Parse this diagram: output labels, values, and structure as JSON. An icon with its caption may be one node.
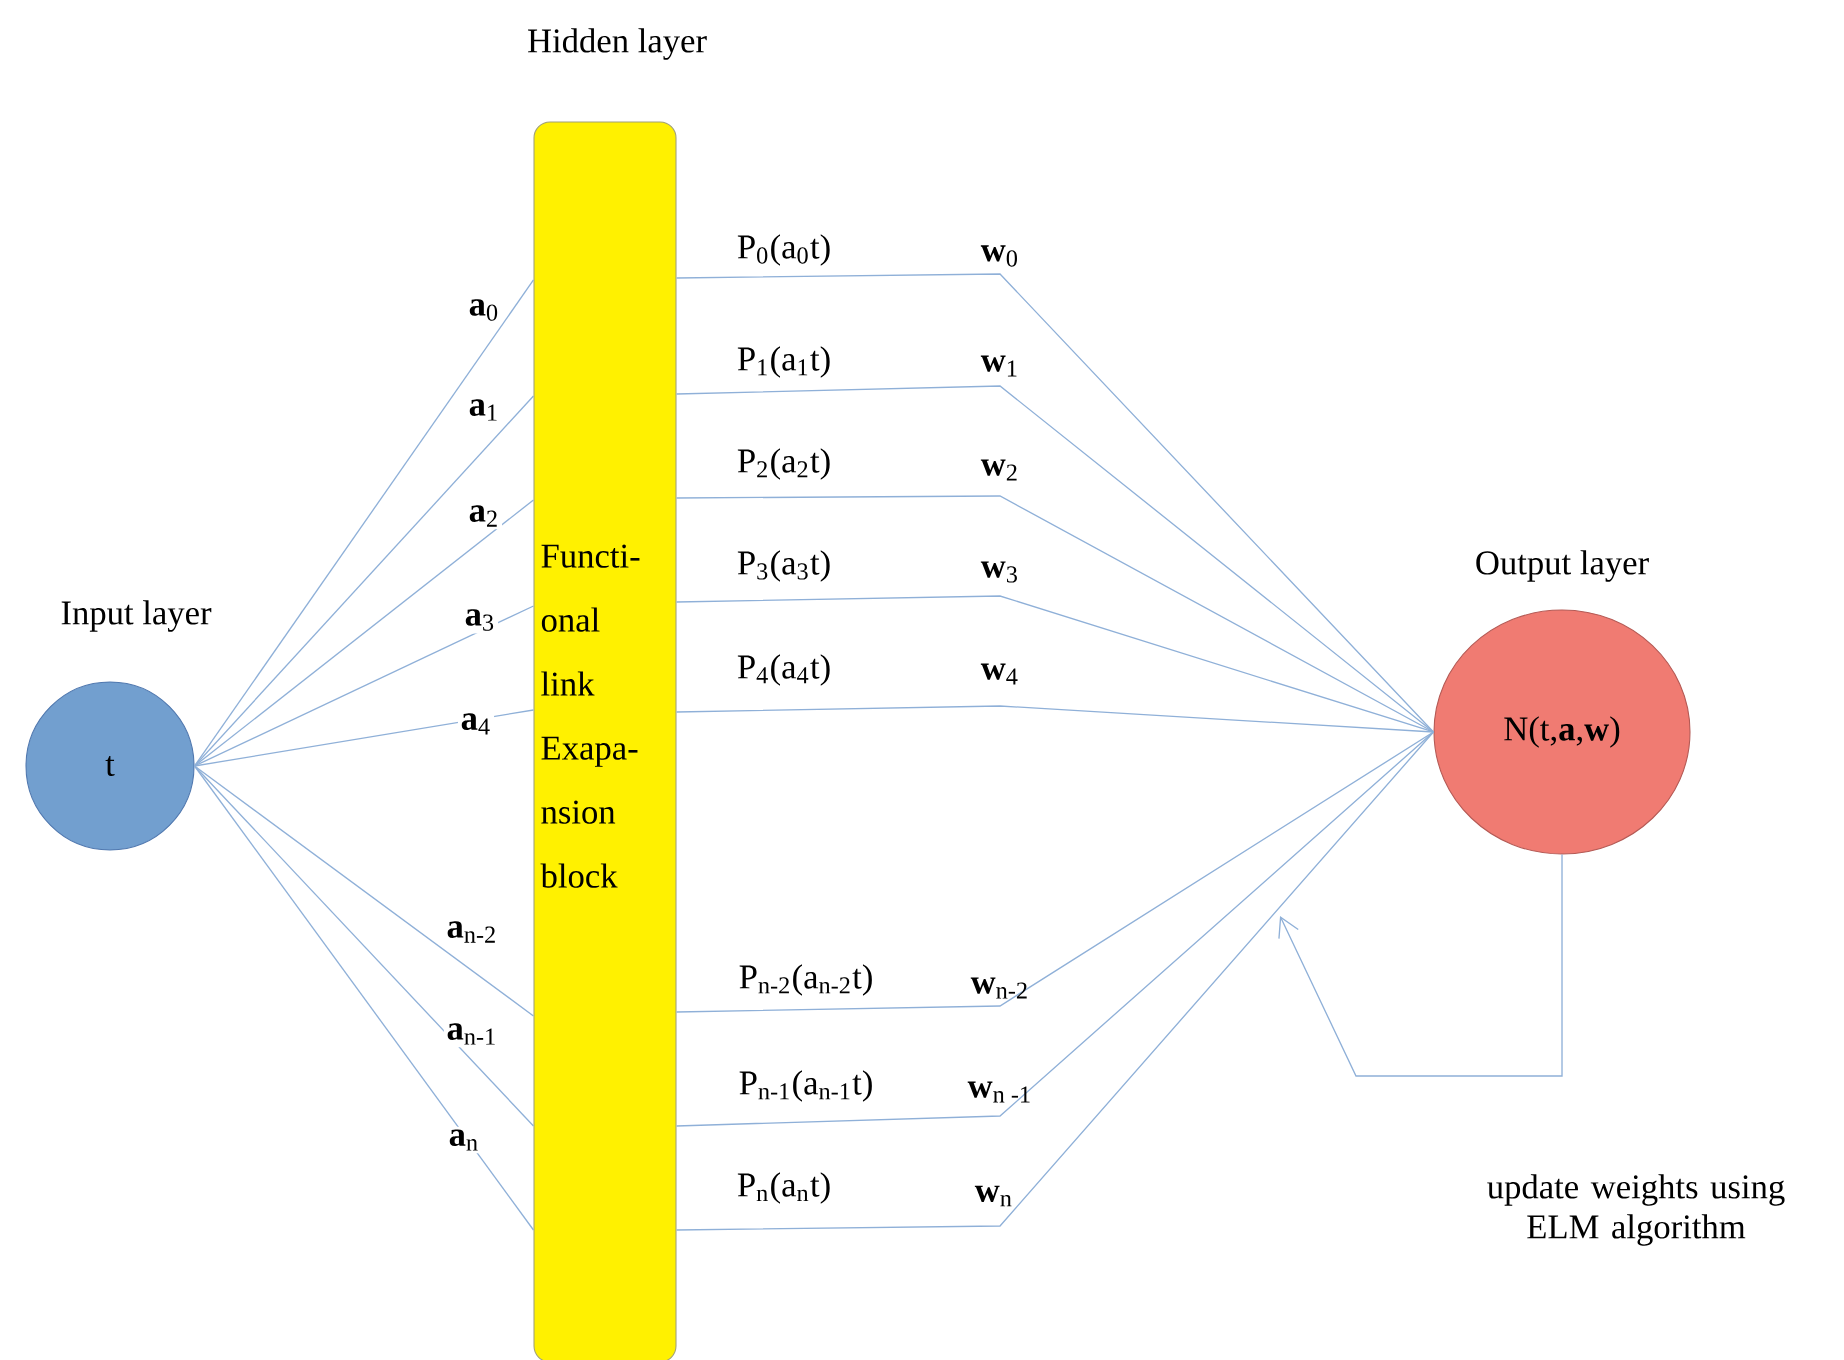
{
  "diagram": {
    "nodes": [
      {
        "text": [
          "Input layer",
          "t"
        ]
      },
      {
        "text": [
          "Hidden layer",
          "Functi- onal link Exapa- nsion block"
        ]
      },
      {
        "text": [
          "Output layer",
          "N(t,**a**,**w**)"
        ]
      }
    ],
    "edges": [
      {
        "from": 0,
        "to": 1,
        "arrow": "none",
        "label": "**a**$_{0}$"
      },
      {
        "from": 0,
        "to": 1,
        "arrow": "none",
        "label": "**a**$_{1}$"
      },
      {
        "from": 0,
        "to": 1,
        "arrow": "none",
        "label": "**a**$_{2}$"
      },
      {
        "from": 0,
        "to": 1,
        "arrow": "none",
        "label": "**a**$_{3}$"
      },
      {
        "from": 0,
        "to": 1,
        "arrow": "none",
        "label": "**a**$_{4}$"
      },
      {
        "from": 0,
        "to": 1,
        "arrow": "none",
        "label": "**a**$_{n-2}$"
      },
      {
        "from": 0,
        "to": 1,
        "arrow": "none",
        "label": "**a**$_{n-1}$"
      },
      {
        "from": 0,
        "to": 1,
        "arrow": "none",
        "label": "**a**$_{n}$"
      },
      {
        "from": 1,
        "to": 2,
        "arrow": "none",
        "label": "P$_{0}$(a$_{0}$t)"
      },
      {
        "from": 1,
        "to": 2,
        "arrow": "none",
        "label": "P$_{1}$(a$_{1}$t)"
      },
      {
        "from": 1,
        "to": 2,
        "arrow": "none",
        "label": "P$_{2}$(a$_{2}$t)"
      },
      {
        "from": 1,
        "to": 2,
        "arrow": "none",
        "label": "P$_{3}$(a$_{3}$t)"
      },
      {
        "from": 1,
        "to": 2,
        "arrow": "none",
        "label": "P$_{4}$(a$_{4}$t)"
      },
      {
        "from": 1,
        "to": 2,
        "arrow": "none",
        "label": "P$_{n-2}$(a$_{n-2}$t)"
      },
      {
        "from": 1,
        "to": 2,
        "arrow": "none",
        "label": "P$_{n-1}$(a$_{n-1}$t)"
      },
      {
        "from": 1,
        "to": 2,
        "arrow": "none",
        "label": "P$_{n}$(a$_{n}$t)"
      },
      {
        "from": 2,
        "to": null,
        "arrow": "to"
      }
    ],
    "labels": [
      "**w**$_{0}$",
      "**w**$_{1}$",
      "**w**$_{2}$",
      "**w**$_{3}$",
      "**w**$_{4}$",
      "**w**$_{n-2}$",
      "**w**$_{n -1}$",
      "**w**$_{n}$",
      "update weights using ELM algorithm"
    ]
  }
}
